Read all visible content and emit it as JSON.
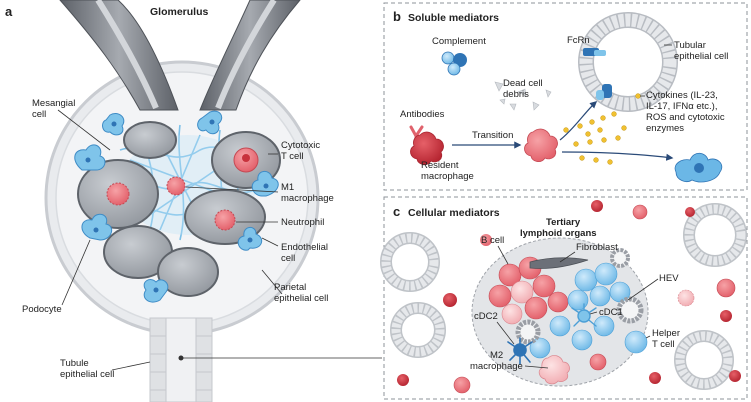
{
  "panel_a": {
    "letter": "a",
    "title": "Glomerulus",
    "labels": {
      "mesangial": [
        "Mesangial",
        "cell"
      ],
      "cytotoxic": [
        "Cytotoxic",
        "T cell"
      ],
      "m1": [
        "M1",
        "macrophage"
      ],
      "neutrophil": "Neutrophil",
      "endothelial": [
        "Endothelial",
        "cell"
      ],
      "podocyte": "Podocyte",
      "parietal": [
        "Parietal",
        "epithelial cell"
      ],
      "tubule": [
        "Tubule",
        "epithelial cell"
      ]
    }
  },
  "panel_b": {
    "letter": "b",
    "title": "Soluble mediators",
    "labels": {
      "complement": "Complement",
      "fcrn": "FcRn",
      "tubular": [
        "Tubular",
        "epithelial cell"
      ],
      "antibodies": "Antibodies",
      "debris": [
        "Dead cell",
        "debris"
      ],
      "cytokines": [
        "Cytokines (IL-23,",
        "IL-17, IFNα etc.),",
        "ROS and cytotoxic",
        "enzymes"
      ],
      "transition": "Transition",
      "resident": [
        "Resident",
        "macrophage"
      ]
    }
  },
  "panel_c": {
    "letter": "c",
    "title": "Cellular mediators",
    "labels": {
      "tlo": [
        "Tertiary",
        "lymphoid organs"
      ],
      "bcell": "B cell",
      "fibroblast": "Fibroblast",
      "hev": "HEV",
      "cdc2": "cDC2",
      "cdc1": "cDC1",
      "helper": [
        "Helper",
        "T cell"
      ],
      "m2": [
        "M2",
        "macrophage"
      ]
    }
  },
  "colors": {
    "red_cell": "#e8707a",
    "dark_red": "#c8323c",
    "pink": "#f4b9bc",
    "blue_cell": "#7fc4ea",
    "dark_blue": "#2f74b5",
    "gray_fill": "#a9adb3",
    "light_gray": "#dfe1e4",
    "capsule": "#e8eaed",
    "vessel": "#7b7f86",
    "gold": "#f0c030"
  }
}
